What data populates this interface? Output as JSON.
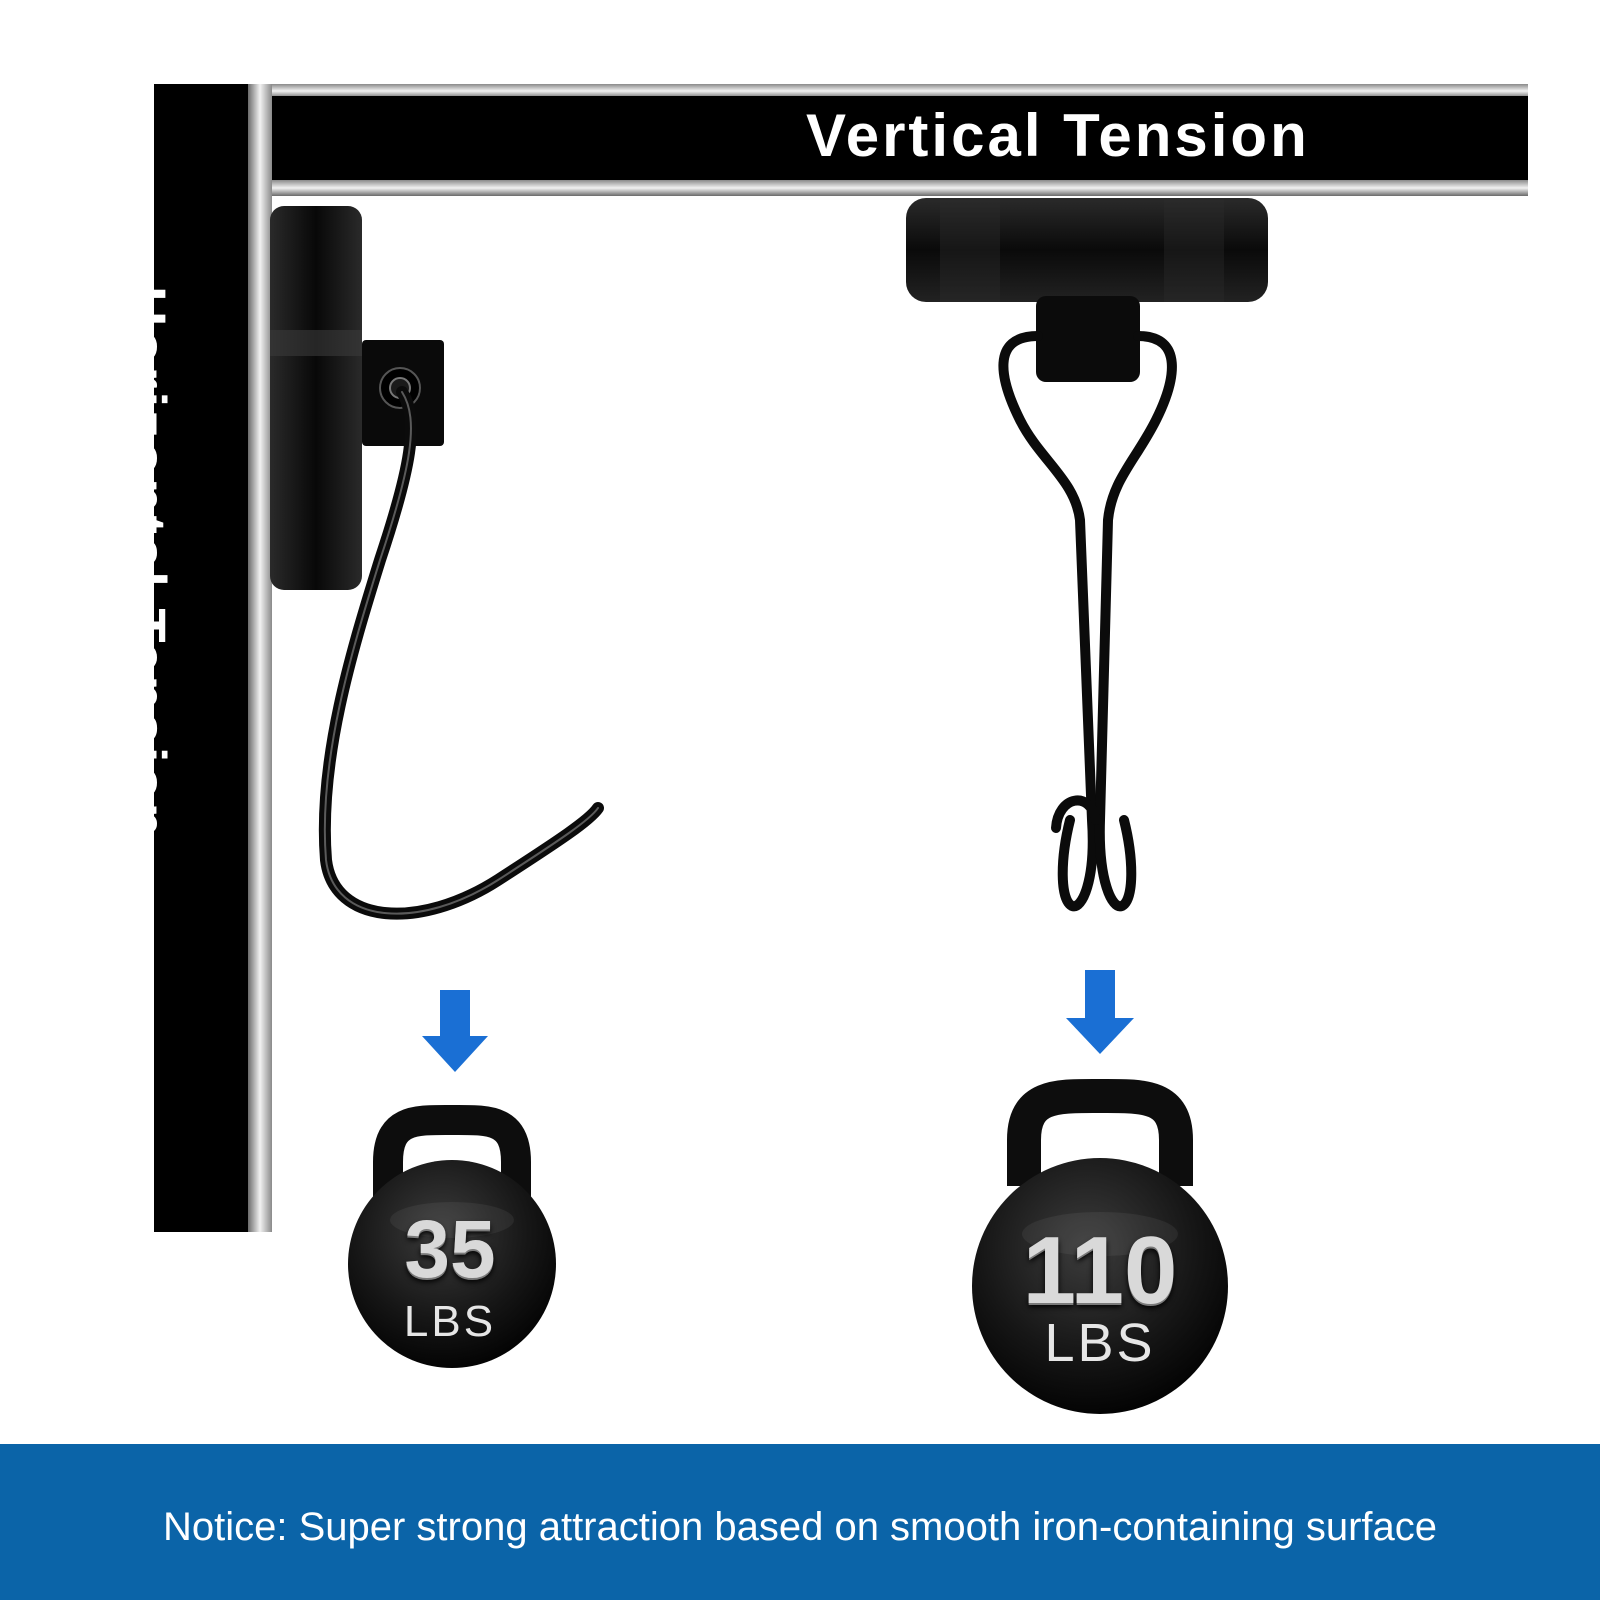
{
  "labels": {
    "vertical": "Vertical Tension",
    "horizontal": "Horizontal Tension"
  },
  "weights": [
    {
      "value": "35",
      "unit": "LBS"
    },
    {
      "value": "110",
      "unit": "LBS"
    }
  ],
  "notice": "Notice: Super strong attraction based on smooth iron-containing surface",
  "colors": {
    "accent_blue": "#0b64a8",
    "arrow_blue": "#1a6fd4",
    "bar_black": "#000000",
    "hardware_black": "#111111"
  },
  "icons": [
    "horizontal-magnet-hook-icon",
    "vertical-magnet-swivel-hook-icon",
    "down-arrow-icon",
    "kettlebell-icon"
  ]
}
